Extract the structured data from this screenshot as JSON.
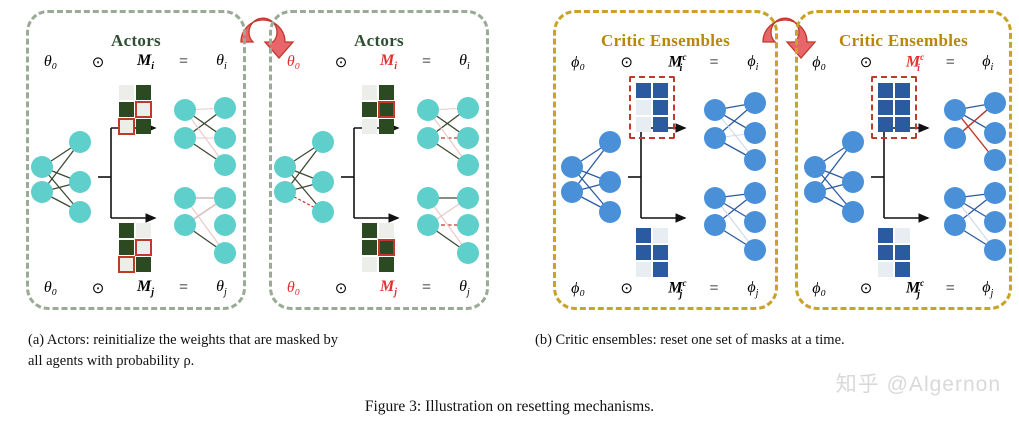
{
  "figure": {
    "number": "Figure 3:",
    "caption": "Figure 3: Illustration on resetting mechanisms.",
    "watermark": "知乎 @Algernon"
  },
  "subfigures": [
    {
      "id": "a",
      "caption_line1": "(a) Actors: reinitialize the weights that are masked by",
      "caption_line2": "all agents with probability ρ.",
      "border_color": "#9aab95",
      "title_color": "#2f4f33",
      "node_color": "#5ecfca",
      "edge_color": "#3d4a33",
      "cell_on_color": "#2c4a22",
      "cell_off_color": "#eceeea"
    },
    {
      "id": "b",
      "caption": "(b) Critic ensembles: reset one set of masks at a time.",
      "border_color": "#c9a227",
      "title_color": "#b8860b",
      "node_color": "#4a90d9",
      "edge_color": "#2c5aa0",
      "cell_on_color": "#2c5aa0",
      "cell_off_color": "#e8edf3"
    }
  ],
  "panels": [
    {
      "key": "actors_before",
      "title": "Actors",
      "kind": "actor",
      "top_eq": {
        "theta": "θ₀",
        "odot": "⊙",
        "mask": "M",
        "mask_sub": "i",
        "mask_sup": "",
        "eq": "=",
        "out": "θ",
        "out_sub": "i",
        "theta_red": false,
        "mask_red": false
      },
      "bottom_eq": {
        "theta": "θ₀",
        "odot": "⊙",
        "mask": "M",
        "mask_sub": "j",
        "mask_sup": "",
        "eq": "=",
        "out": "θ",
        "out_sub": "j",
        "theta_red": false,
        "mask_red": false
      },
      "top_mask": {
        "cells": [
          "light",
          "dark",
          "dark",
          "light",
          "light",
          "dark"
        ],
        "marked": [
          3,
          4
        ],
        "boxed": false
      },
      "bottom_mask": {
        "cells": [
          "dark",
          "light",
          "dark",
          "light",
          "light",
          "dark"
        ],
        "marked": [
          3,
          4
        ],
        "boxed": false
      }
    },
    {
      "key": "actors_after",
      "title": "Actors",
      "kind": "actor",
      "top_eq": {
        "theta": "θ₀",
        "odot": "⊙",
        "mask": "M",
        "mask_sub": "i",
        "mask_sup": "",
        "eq": "=",
        "out": "θ",
        "out_sub": "i",
        "theta_red": true,
        "mask_red": true
      },
      "bottom_eq": {
        "theta": "θ₀",
        "odot": "⊙",
        "mask": "M",
        "mask_sub": "j",
        "mask_sup": "",
        "eq": "=",
        "out": "θ",
        "out_sub": "j",
        "theta_red": true,
        "mask_red": true
      },
      "top_mask": {
        "cells": [
          "light",
          "dark",
          "dark",
          "dark",
          "light",
          "dark"
        ],
        "marked": [
          3
        ],
        "boxed": false
      },
      "bottom_mask": {
        "cells": [
          "dark",
          "light",
          "dark",
          "dark",
          "light",
          "dark"
        ],
        "marked": [
          3
        ],
        "boxed": false
      }
    },
    {
      "key": "critics_before",
      "title": "Critic Ensembles",
      "kind": "critic",
      "top_eq": {
        "theta": "ϕ₀",
        "odot": "⊙",
        "mask": "M",
        "mask_sub": "i",
        "mask_sup": "c",
        "eq": "=",
        "out": "ϕ",
        "out_sub": "i",
        "theta_red": false,
        "mask_red": false
      },
      "bottom_eq": {
        "theta": "ϕ₀",
        "odot": "⊙",
        "mask": "M",
        "mask_sub": "j",
        "mask_sup": "c",
        "eq": "=",
        "out": "ϕ",
        "out_sub": "j",
        "theta_red": false,
        "mask_red": false
      },
      "top_mask": {
        "cells": [
          "blue",
          "blue",
          "pale",
          "blue",
          "pale",
          "blue"
        ],
        "marked": [],
        "boxed": true
      },
      "bottom_mask": {
        "cells": [
          "blue",
          "pale",
          "blue",
          "blue",
          "pale",
          "blue"
        ],
        "marked": [],
        "boxed": false
      }
    },
    {
      "key": "critics_after",
      "title": "Critic Ensembles",
      "kind": "critic",
      "top_eq": {
        "theta": "ϕ₀",
        "odot": "⊙",
        "mask": "M",
        "mask_sub": "i",
        "mask_sup": "c",
        "eq": "=",
        "out": "ϕ",
        "out_sub": "i",
        "theta_red": false,
        "mask_red": true
      },
      "bottom_eq": {
        "theta": "ϕ₀",
        "odot": "⊙",
        "mask": "M",
        "mask_sub": "j",
        "mask_sup": "c",
        "eq": "=",
        "out": "ϕ",
        "out_sub": "j",
        "theta_red": false,
        "mask_red": false
      },
      "top_mask": {
        "cells": [
          "blue",
          "blue",
          "blue",
          "blue",
          "blue",
          "blue"
        ],
        "marked": [],
        "boxed": true
      },
      "bottom_mask": {
        "cells": [
          "blue",
          "pale",
          "blue",
          "blue",
          "pale",
          "blue"
        ],
        "marked": [],
        "boxed": false
      }
    }
  ],
  "icons": {
    "reset_arrow": "circular-reset-arrow",
    "reset_arrow_color": "#e8656a"
  }
}
